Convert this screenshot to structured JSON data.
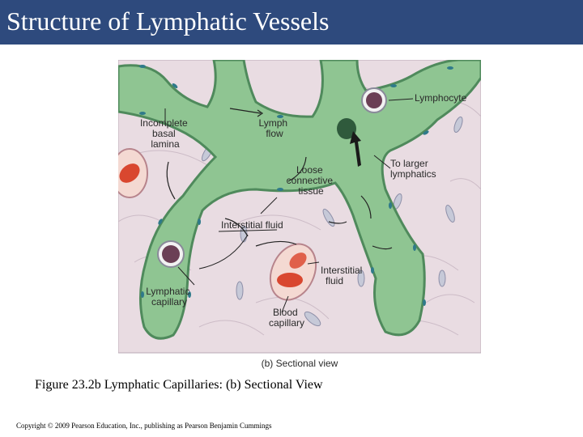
{
  "slide": {
    "title": "Structure of Lymphatic Vessels",
    "caption": "Figure 23.2b Lymphatic Capillaries: (b) Sectional View",
    "copyright": "Copyright © 2009 Pearson Education, Inc., publishing as Pearson Benjamin Cummings"
  },
  "figure": {
    "panel_label": "(b) Sectional view",
    "labels": {
      "lymphocyte": "Lymphocyte",
      "incomplete_basal_lamina": [
        "Incomplete",
        "basal",
        "lamina"
      ],
      "lymph_flow": [
        "Lymph",
        "flow"
      ],
      "to_larger_lymphatics": [
        "To larger",
        "lymphatics"
      ],
      "loose_connective_tissue": [
        "Loose",
        "connective",
        "tissue"
      ],
      "interstitial_fluid_top": "Interstitial fluid",
      "interstitial_fluid_right": [
        "Interstitial",
        "fluid"
      ],
      "lymphatic_capillary": [
        "Lymphatic",
        "capillary"
      ],
      "blood_capillary": [
        "Blood",
        "capillary"
      ]
    },
    "colors": {
      "tissue": "#e9dce2",
      "vessel": "#8fc592",
      "vessel_edge": "#4f8a5c",
      "blood": "#d9472f",
      "lymphocyte": "#6b3f55"
    }
  }
}
